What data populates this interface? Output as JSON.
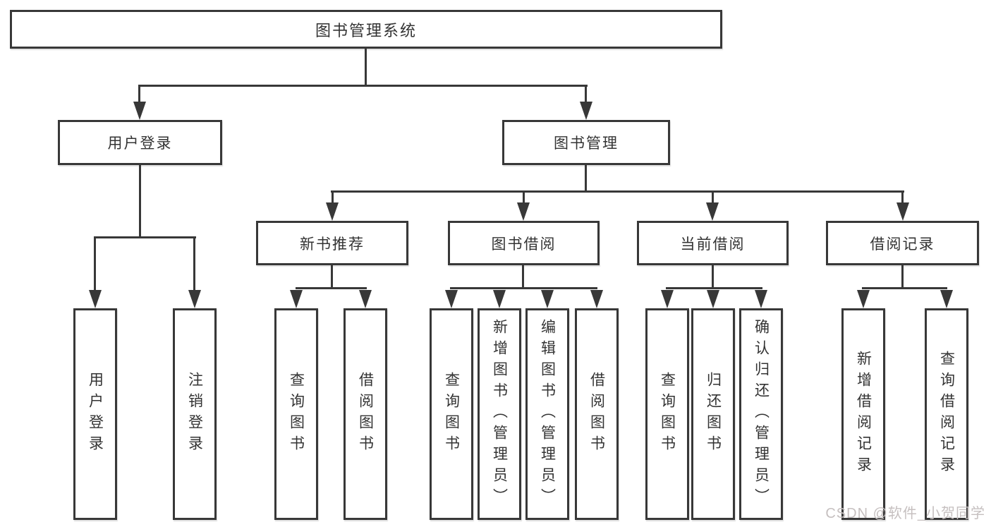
{
  "nodes": {
    "root": "图书管理系统",
    "login": "用户登录",
    "manage": "图书管理",
    "login_children": [
      "用户登录",
      "注销登录"
    ],
    "groups": [
      {
        "label": "新书推荐",
        "children": [
          "查询图书",
          "借阅图书"
        ]
      },
      {
        "label": "图书借阅",
        "children": [
          "查询图书",
          "新增图书（管理员）",
          "编辑图书（管理员）",
          "借阅图书"
        ]
      },
      {
        "label": "当前借阅",
        "children": [
          "查询图书",
          "归还图书",
          "确认归还（管理员）"
        ]
      },
      {
        "label": "借阅记录",
        "children": [
          "新增借阅记录",
          "查询借阅记录"
        ]
      }
    ]
  },
  "watermark": "CSDN @软件_小贺同学",
  "colors": {
    "line": "#383838",
    "text": "#333333",
    "watermark": "#c6c0c0",
    "background": "#ffffff"
  }
}
